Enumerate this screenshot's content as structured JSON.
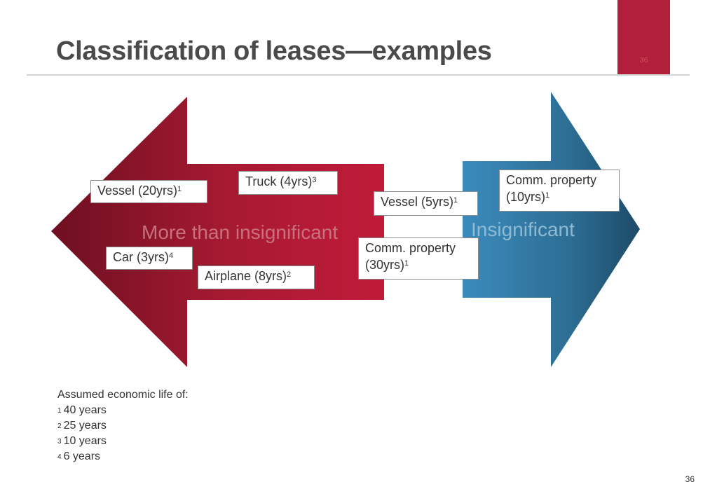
{
  "slide": {
    "title": "Classification of leases—examples",
    "tab_number": "36",
    "page_number": "36"
  },
  "diagram": {
    "left_arrow": {
      "label": "More than insignificant",
      "color": "#b01a33"
    },
    "right_arrow": {
      "label": "Insignificant",
      "color": "#2a6f96"
    },
    "boxes": [
      {
        "text": "Vessel (20yrs)",
        "sup": "1"
      },
      {
        "text": "Truck (4yrs)",
        "sup": "3"
      },
      {
        "text": "Vessel (5yrs)",
        "sup": "1"
      },
      {
        "line1": "Comm. property",
        "line2": "(10yrs)",
        "sup": "1"
      },
      {
        "text": "Car (3yrs)",
        "sup": "4"
      },
      {
        "text": "Airplane (8yrs)",
        "sup": "2"
      },
      {
        "line1": "Comm. property",
        "line2": "(30yrs)",
        "sup": "1"
      }
    ]
  },
  "notes": {
    "heading": "Assumed economic life of:",
    "items": [
      {
        "sup": "1",
        "text": "40 years"
      },
      {
        "sup": "2",
        "text": "25 years"
      },
      {
        "sup": "3",
        "text": "10 years"
      },
      {
        "sup": "4",
        "text": "6 years"
      }
    ]
  }
}
